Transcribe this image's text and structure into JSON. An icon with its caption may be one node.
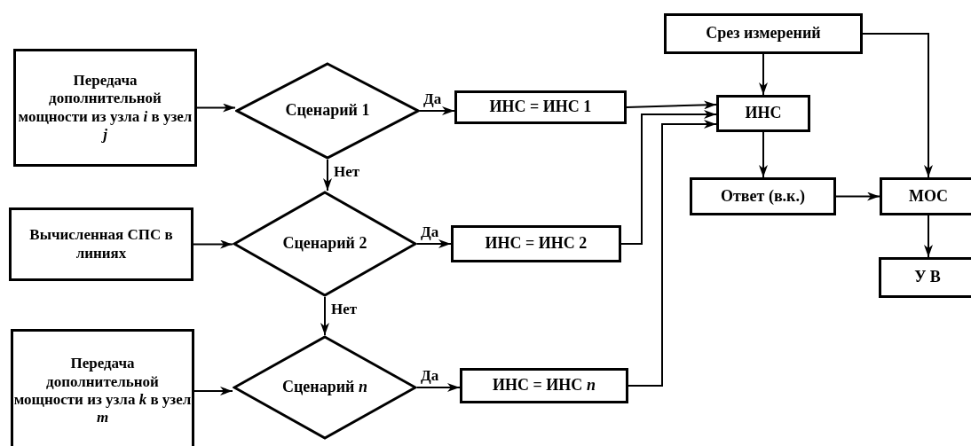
{
  "diagram": {
    "nodes": [
      {
        "text": [
          "Передача дополнительной мощности из узла *i* в узел *j*"
        ]
      },
      {
        "text": [
          "Сценарий 1"
        ]
      },
      {
        "text": [
          "ИНС = ИНС 1"
        ]
      },
      {
        "text": [
          "Срез измерений"
        ]
      },
      {
        "text": [
          "ИНС"
        ]
      },
      {
        "text": [
          "Вычисленная СПС в линиях"
        ]
      },
      {
        "text": [
          "Сценарий 2"
        ]
      },
      {
        "text": [
          "ИНС = ИНС 2"
        ]
      },
      {
        "text": [
          "Ответ (в.к.)"
        ]
      },
      {
        "text": [
          "МОС"
        ]
      },
      {
        "text": [
          "У В"
        ]
      },
      {
        "text": [
          "Передача дополнительной мощности из узла *k* в узел *m*"
        ]
      },
      {
        "text": [
          "Сценарий *n*"
        ]
      },
      {
        "text": [
          "ИНС = ИНС *n*"
        ]
      }
    ],
    "edges": [
      {
        "from": 0,
        "to": 1,
        "arrow": "to"
      },
      {
        "from": 1,
        "to": 2,
        "arrow": "to",
        "label": "Да"
      },
      {
        "from": 1,
        "to": 6,
        "arrow": "to",
        "label": "Нет"
      },
      {
        "from": 5,
        "to": 6,
        "arrow": "to"
      },
      {
        "from": 6,
        "to": 7,
        "arrow": "to",
        "label": "Да"
      },
      {
        "from": 6,
        "to": 12,
        "arrow": "to",
        "label": "Нет"
      },
      {
        "from": 11,
        "to": 12,
        "arrow": "to"
      },
      {
        "from": 12,
        "to": 13,
        "arrow": "to",
        "label": "Да"
      },
      {
        "from": 2,
        "to": 4,
        "arrow": "to"
      },
      {
        "from": 7,
        "to": 4,
        "arrow": "to"
      },
      {
        "from": 13,
        "to": 4,
        "arrow": "to"
      },
      {
        "from": 3,
        "to": 4,
        "arrow": "to"
      },
      {
        "from": 3,
        "to": 9,
        "arrow": "to"
      },
      {
        "from": 4,
        "to": 8,
        "arrow": "to"
      },
      {
        "from": 8,
        "to": 9,
        "arrow": "to"
      },
      {
        "from": 9,
        "to": 10,
        "arrow": "to"
      }
    ]
  }
}
